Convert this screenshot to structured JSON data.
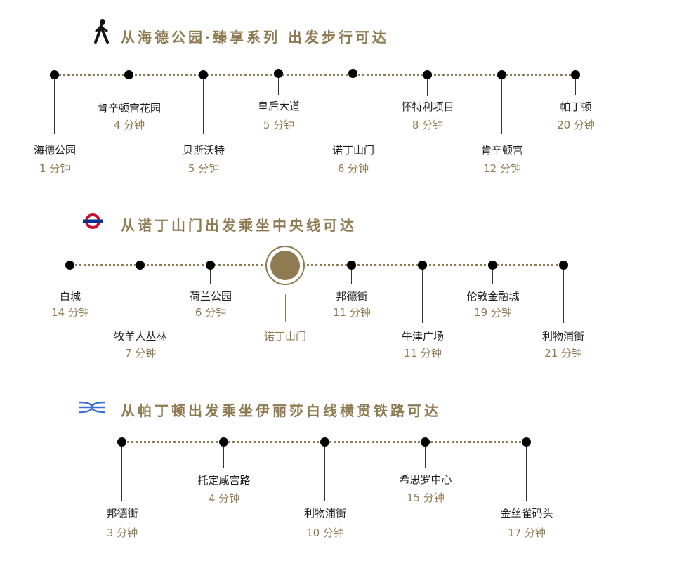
{
  "sections": [
    {
      "title": "从海德公园·臻享系列 出发步行可达",
      "icon": "walking-person-icon",
      "stops": [
        {
          "name": "海德公园",
          "time": "1 分钟"
        },
        {
          "name": "肯辛顿宫花园",
          "time": "4 分钟"
        },
        {
          "name": "贝斯沃特",
          "time": "5 分钟"
        },
        {
          "name": "皇后大道",
          "time": "5 分钟"
        },
        {
          "name": "诺丁山门",
          "time": "6 分钟"
        },
        {
          "name": "怀特利项目",
          "time": "8 分钟"
        },
        {
          "name": "肯辛顿宫",
          "time": "12 分钟"
        },
        {
          "name": "帕丁顿",
          "time": "20 分钟"
        }
      ]
    },
    {
      "title": "从诺丁山门出发乘坐中央线可达",
      "icon": "london-underground-roundel-icon",
      "hub": {
        "name": "诺丁山门"
      },
      "stops": [
        {
          "name": "白城",
          "time": "14 分钟"
        },
        {
          "name": "牧羊人丛林",
          "time": "7 分钟"
        },
        {
          "name": "荷兰公园",
          "time": "6 分钟"
        },
        {
          "name": "邦德街",
          "time": "11 分钟"
        },
        {
          "name": "牛津广场",
          "time": "11 分钟"
        },
        {
          "name": "伦敦金融城",
          "time": "19 分钟"
        },
        {
          "name": "利物浦街",
          "time": "21 分钟"
        }
      ]
    },
    {
      "title": "从帕丁顿出发乘坐伊丽莎白线横贯铁路可达",
      "icon": "elizabeth-line-icon",
      "stops": [
        {
          "name": "邦德街",
          "time": "3 分钟"
        },
        {
          "name": "托定咸宫路",
          "time": "4 分钟"
        },
        {
          "name": "利物浦街",
          "time": "10 分钟"
        },
        {
          "name": "希思罗中心",
          "time": "15 分钟"
        },
        {
          "name": "金丝雀码头",
          "time": "17 分钟"
        }
      ]
    }
  ],
  "colors": {
    "accent": "#8f7b52",
    "dot": "#000000",
    "underground_red": "#c8102e",
    "underground_blue": "#0a2f8a",
    "elizabeth_blue": "#3b6fd8"
  }
}
